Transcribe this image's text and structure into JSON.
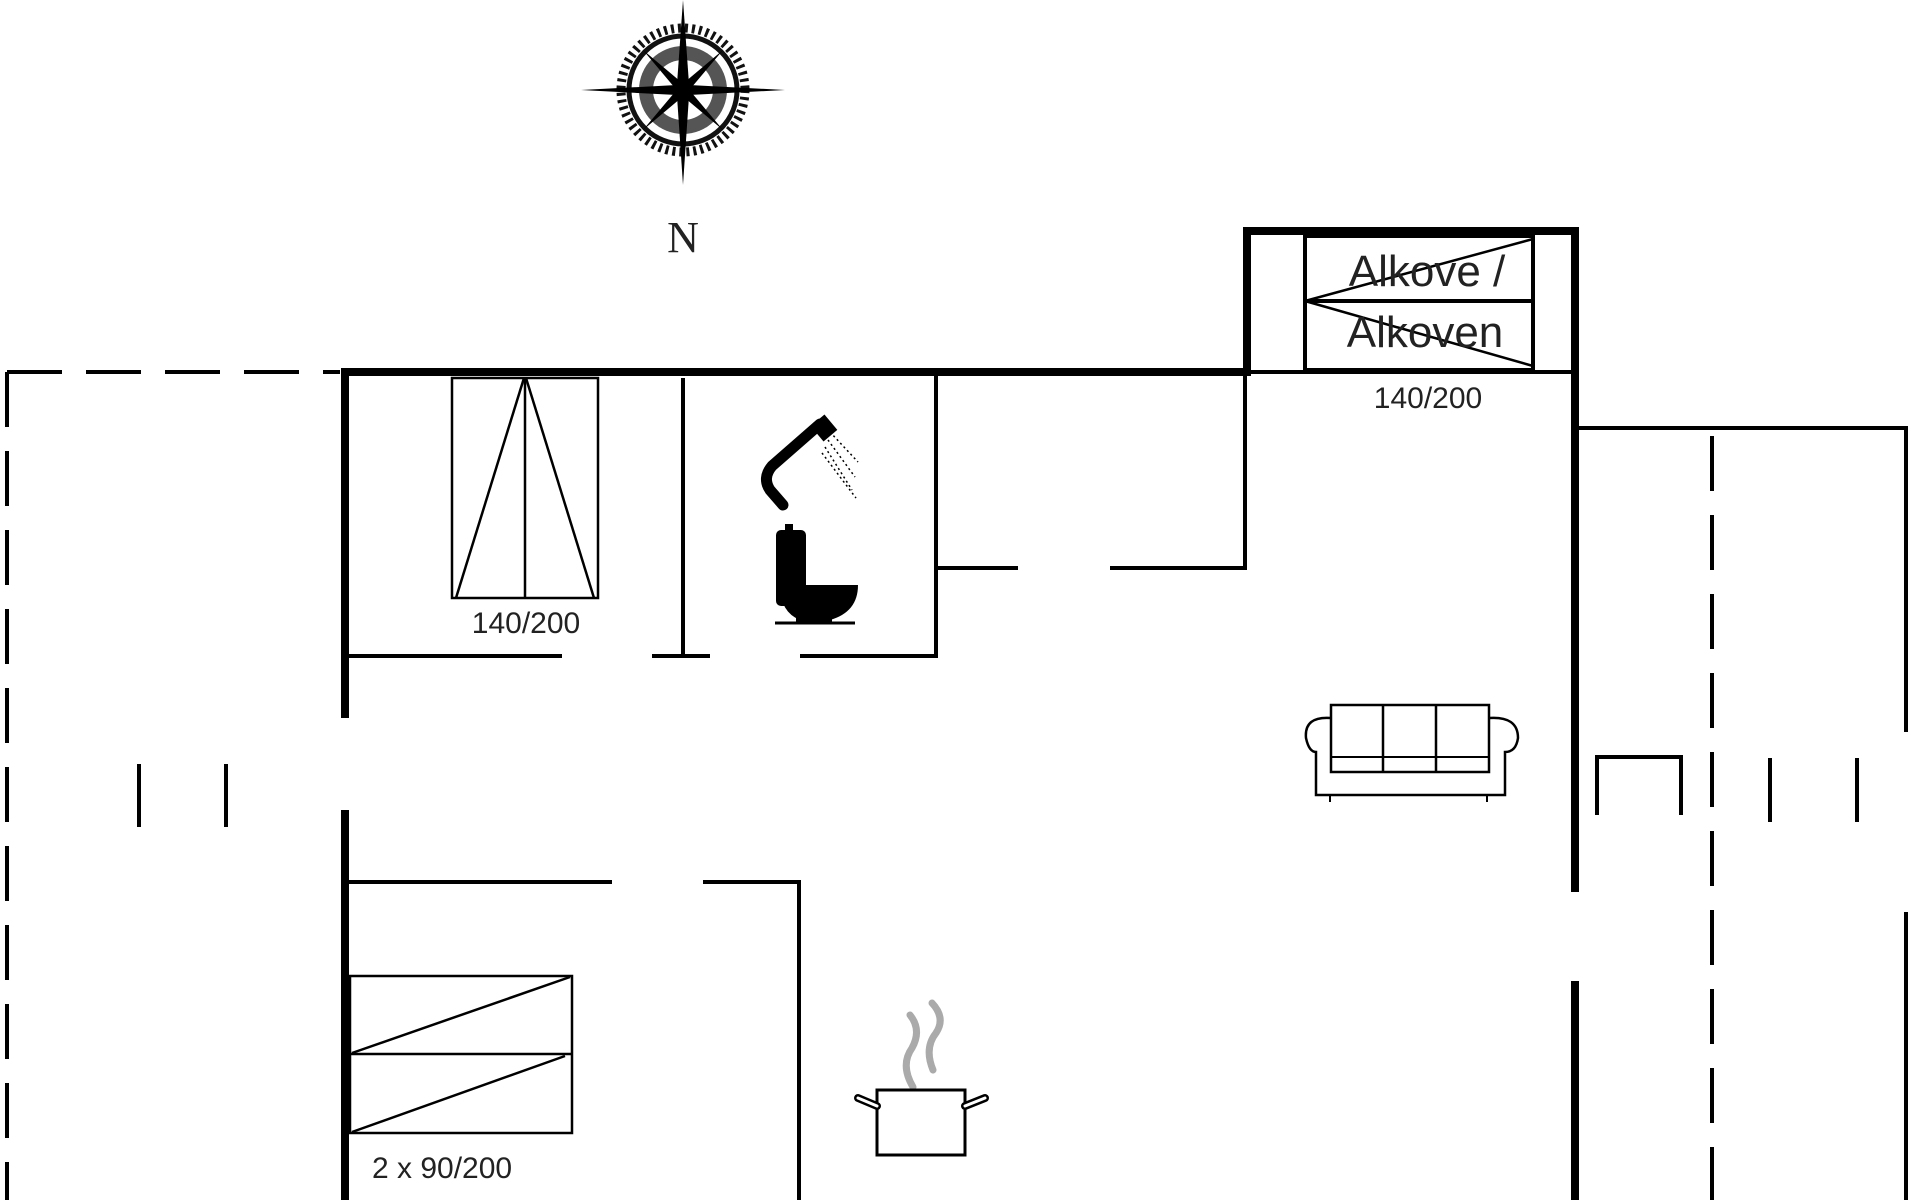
{
  "plan": {
    "compass_label": "N",
    "alcove_label_line1": "Alkove /",
    "alcove_label_line2": "Alkoven",
    "alcove_bed_size": "140/200",
    "bedroom1_bed_size": "140/200",
    "bedroom2_bed_size": "2 x 90/200",
    "icons": [
      "compass-rose",
      "shower",
      "toilet",
      "sofa",
      "cooking-pot"
    ]
  }
}
